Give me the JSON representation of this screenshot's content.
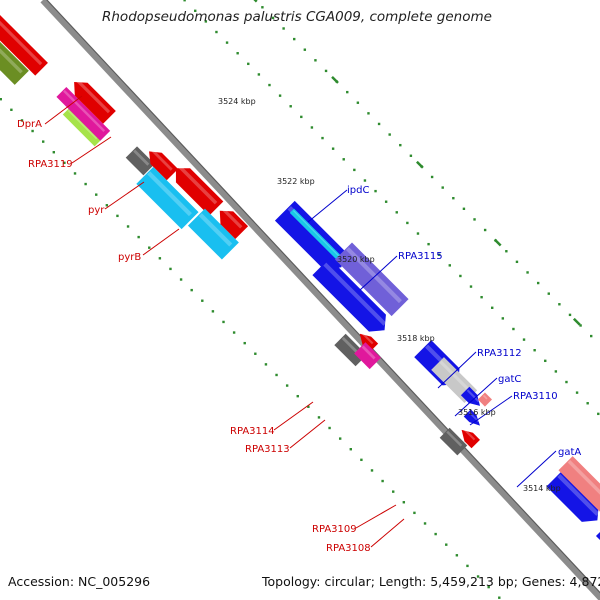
{
  "header": {
    "title": "Rhodopseudomonas palustris CGA009, complete genome"
  },
  "footer": {
    "accession": "Accession: NC_005296",
    "summary": "Topology: circular; Length: 5,459,213 bp; Genes: 4,872"
  },
  "axis": {
    "ticks": [
      "3524 kbp",
      "3522 kbp",
      "3520 kbp",
      "3518 kbp",
      "3516 kbp",
      "3514 kbp"
    ]
  },
  "labels": {
    "forward": [
      "ipdC",
      "RPA3115",
      "RPA3112",
      "gatC",
      "RPA3110",
      "gatA"
    ],
    "reverse": [
      "DprA",
      "RPA3119",
      "pyr",
      "pyrB",
      "RPA3114",
      "RPA3113",
      "RPA3109",
      "RPA3108"
    ]
  },
  "colors": {
    "forward_label": "#0000cc",
    "reverse_label": "#cc0000",
    "dotted_track": "#2e8b2e",
    "backbone": "#8a8a8a"
  }
}
